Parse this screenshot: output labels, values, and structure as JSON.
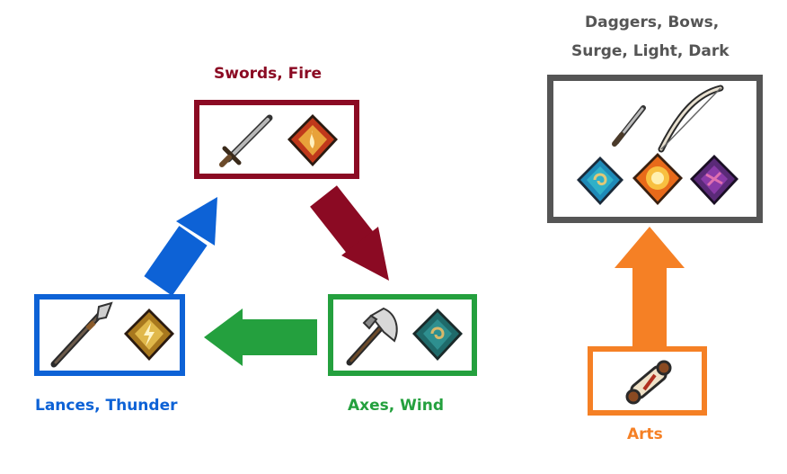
{
  "colors": {
    "swords_fire": "#8b0a23",
    "lances_thunder": "#0d62d6",
    "axes_wind": "#24a03e",
    "arts": "#f58025",
    "ranged_magic": "#555555"
  },
  "groups": {
    "swords_fire": {
      "label": "Swords, Fire",
      "icons": [
        "sword-icon",
        "fire-tome-icon"
      ]
    },
    "lances_thunder": {
      "label": "Lances, Thunder",
      "icons": [
        "lance-icon",
        "thunder-tome-icon"
      ]
    },
    "axes_wind": {
      "label": "Axes, Wind",
      "icons": [
        "axe-icon",
        "wind-tome-icon"
      ]
    },
    "ranged_magic": {
      "label_line1": "Daggers, Bows,",
      "label_line2": "Surge, Light, Dark",
      "icons": [
        "dagger-icon",
        "bow-icon",
        "surge-tome-icon",
        "light-tome-icon",
        "dark-tome-icon"
      ]
    },
    "arts": {
      "label": "Arts",
      "icons": [
        "arts-scroll-icon"
      ]
    }
  },
  "arrows": [
    {
      "from": "swords_fire",
      "to": "axes_wind",
      "color": "#8b0a23"
    },
    {
      "from": "axes_wind",
      "to": "lances_thunder",
      "color": "#24a03e"
    },
    {
      "from": "lances_thunder",
      "to": "swords_fire",
      "color": "#0d62d6"
    },
    {
      "from": "arts",
      "to": "ranged_magic",
      "color": "#f58025"
    }
  ]
}
